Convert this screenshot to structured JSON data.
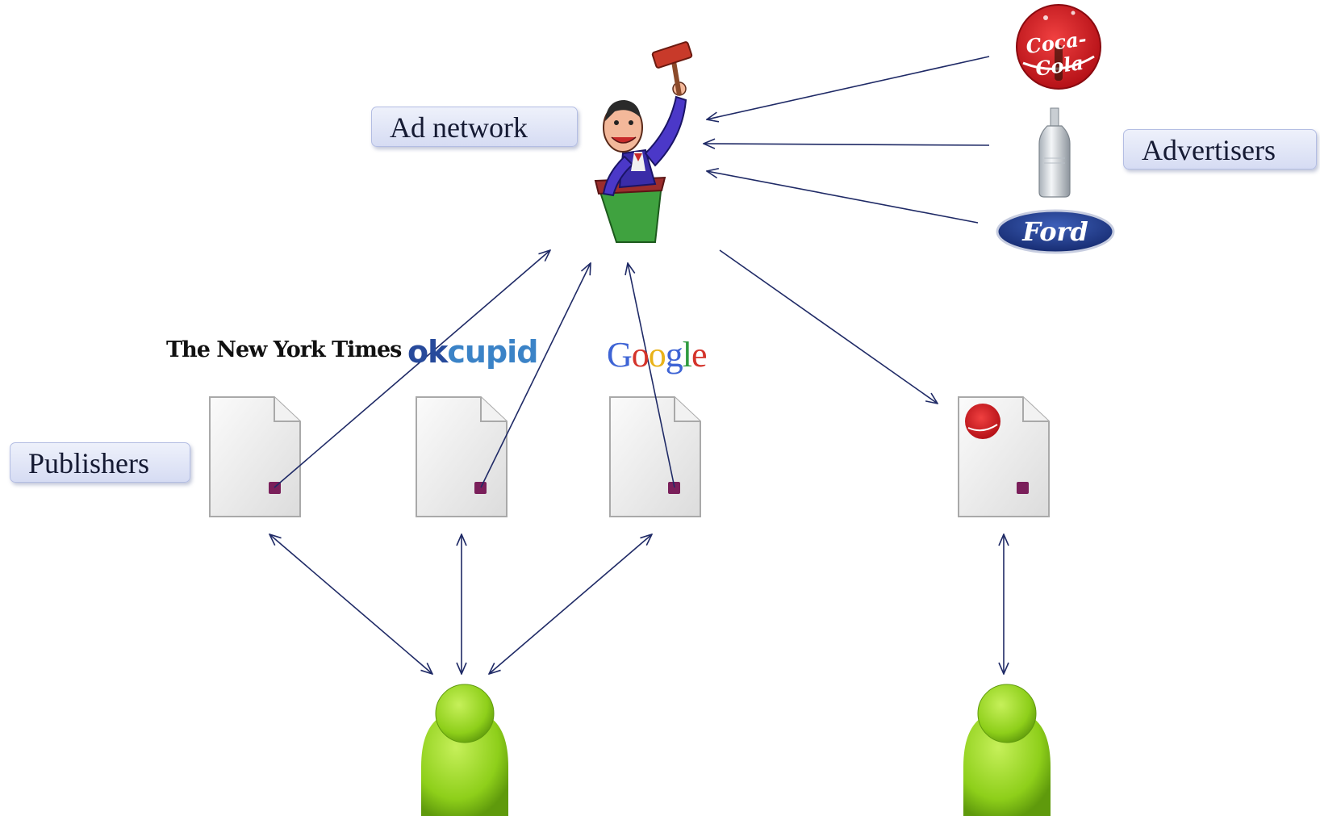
{
  "labels": {
    "ad_network": "Ad network",
    "advertisers": "Advertisers",
    "publishers": "Publishers"
  },
  "publishers": [
    {
      "name": "The New York Times"
    },
    {
      "name": "okcupid"
    },
    {
      "name": "Google"
    }
  ],
  "advertisers": [
    {
      "name": "Coca-Cola",
      "logo_text": "Coca-Cola"
    },
    {
      "name": "vodka bottle"
    },
    {
      "name": "Ford",
      "logo_text": "Ford"
    }
  ],
  "icons": [
    "auctioneer-icon",
    "document-icon",
    "user-icon",
    "coca-cola-logo",
    "ford-logo",
    "vodka-bottle-icon"
  ],
  "colors": {
    "arrow": "#1f2a66",
    "label_bg": "#dde2f5",
    "user_green": "#8ecf1a",
    "ad_slot": "#7a1f5a"
  }
}
